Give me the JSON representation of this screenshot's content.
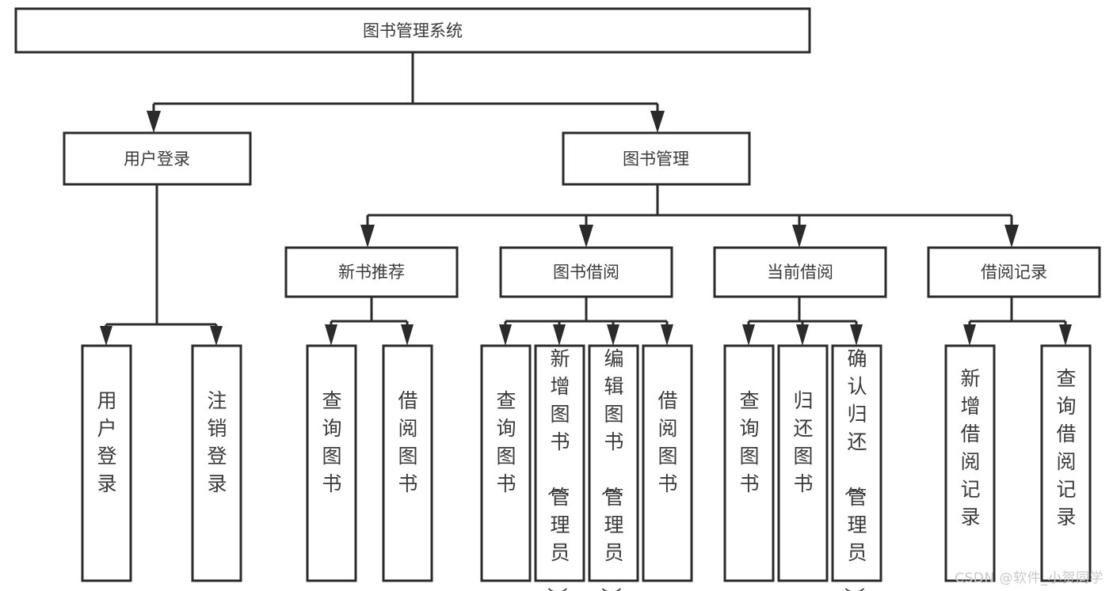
{
  "diagram": {
    "type": "tree-hierarchy",
    "title": "图书管理系统",
    "watermark": "CSDN @软件_小贺同学",
    "colors": {
      "box_stroke": "#2b2b2b",
      "box_fill": "#ffffff",
      "text": "#3a3a3a",
      "connector": "#2b2b2b",
      "watermark": "#c9c9c9",
      "background": "#ffffff"
    },
    "levels": {
      "root": {
        "label": "图书管理系统"
      },
      "level2": [
        {
          "label": "用户登录"
        },
        {
          "label": "图书管理"
        }
      ],
      "level3": [
        {
          "label": "新书推荐"
        },
        {
          "label": "图书借阅"
        },
        {
          "label": "当前借阅"
        },
        {
          "label": "借阅记录"
        }
      ]
    },
    "leaves": {
      "user_login": [
        {
          "label": "用户登录"
        },
        {
          "label": "注销登录"
        }
      ],
      "new_book_recommend": [
        {
          "label": "查询图书"
        },
        {
          "label": "借阅图书"
        }
      ],
      "book_borrow": [
        {
          "label": "查询图书"
        },
        {
          "label": "新增图书（管理员）"
        },
        {
          "label": "编辑图书（管理员）"
        },
        {
          "label": "借阅图书"
        }
      ],
      "current_borrow": [
        {
          "label": "查询图书"
        },
        {
          "label": "归还图书"
        },
        {
          "label": "确认归还（管理员）"
        }
      ],
      "borrow_record": [
        {
          "label": "新增借阅记录"
        },
        {
          "label": "查询借阅记录"
        }
      ]
    }
  }
}
